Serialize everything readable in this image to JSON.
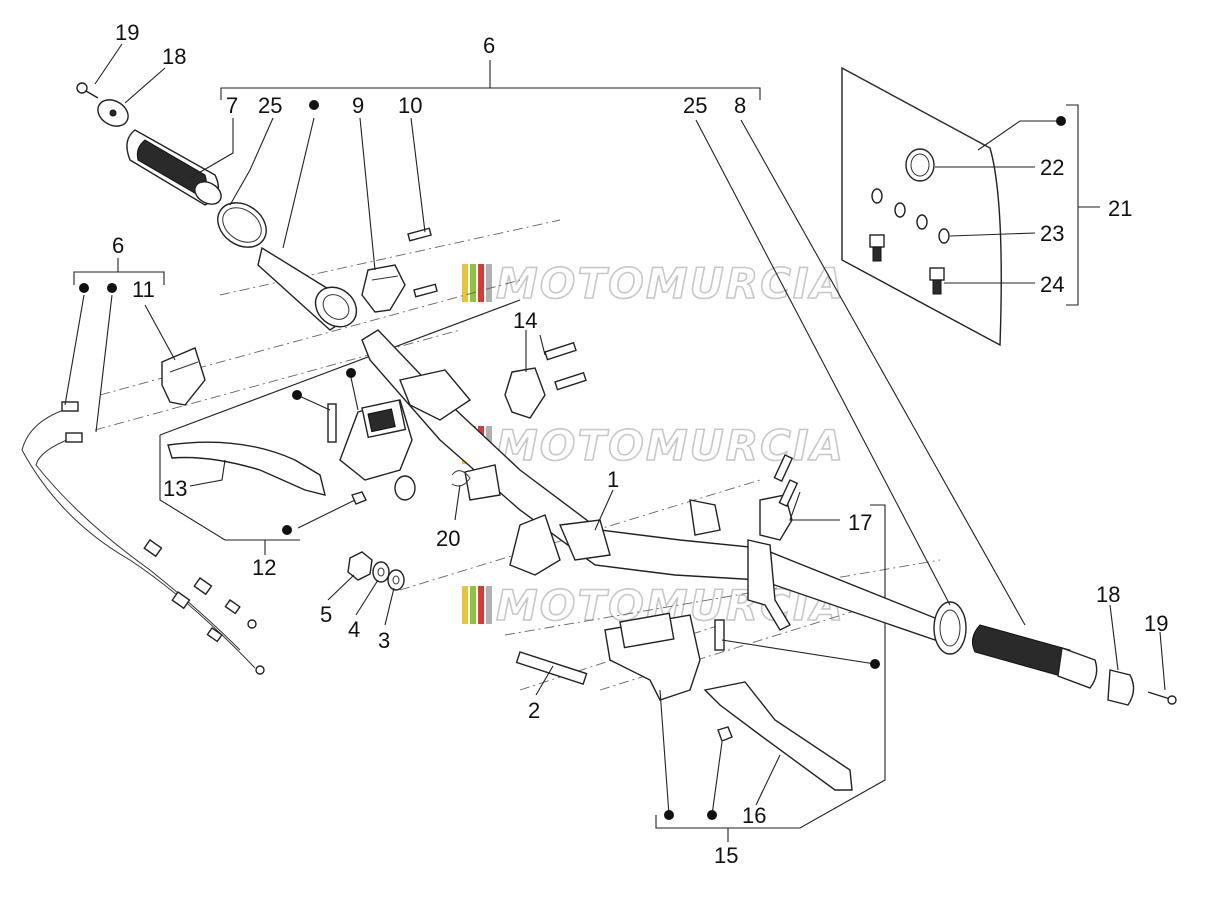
{
  "watermark": {
    "text": "MOTOMURCIA",
    "stripe_colors": [
      "#e8c23a",
      "#8fc43a",
      "#d83a3a",
      "#b0b0b0"
    ]
  },
  "callouts": [
    {
      "id": "c1",
      "text": "1"
    },
    {
      "id": "c2",
      "text": "2"
    },
    {
      "id": "c3",
      "text": "3"
    },
    {
      "id": "c4",
      "text": "4"
    },
    {
      "id": "c5",
      "text": "5"
    },
    {
      "id": "c6a",
      "text": "6"
    },
    {
      "id": "c6b",
      "text": "6"
    },
    {
      "id": "c7",
      "text": "7"
    },
    {
      "id": "c8",
      "text": "8"
    },
    {
      "id": "c9",
      "text": "9"
    },
    {
      "id": "c10",
      "text": "10"
    },
    {
      "id": "c11",
      "text": "11"
    },
    {
      "id": "c12",
      "text": "12"
    },
    {
      "id": "c13",
      "text": "13"
    },
    {
      "id": "c14",
      "text": "14"
    },
    {
      "id": "c15",
      "text": "15"
    },
    {
      "id": "c16",
      "text": "16"
    },
    {
      "id": "c17",
      "text": "17"
    },
    {
      "id": "c18a",
      "text": "18"
    },
    {
      "id": "c18b",
      "text": "18"
    },
    {
      "id": "c19a",
      "text": "19"
    },
    {
      "id": "c19b",
      "text": "19"
    },
    {
      "id": "c20",
      "text": "20"
    },
    {
      "id": "c21",
      "text": "21"
    },
    {
      "id": "c22",
      "text": "22"
    },
    {
      "id": "c23",
      "text": "23"
    },
    {
      "id": "c24",
      "text": "24"
    },
    {
      "id": "c25a",
      "text": "25"
    },
    {
      "id": "c25b",
      "text": "25"
    }
  ]
}
